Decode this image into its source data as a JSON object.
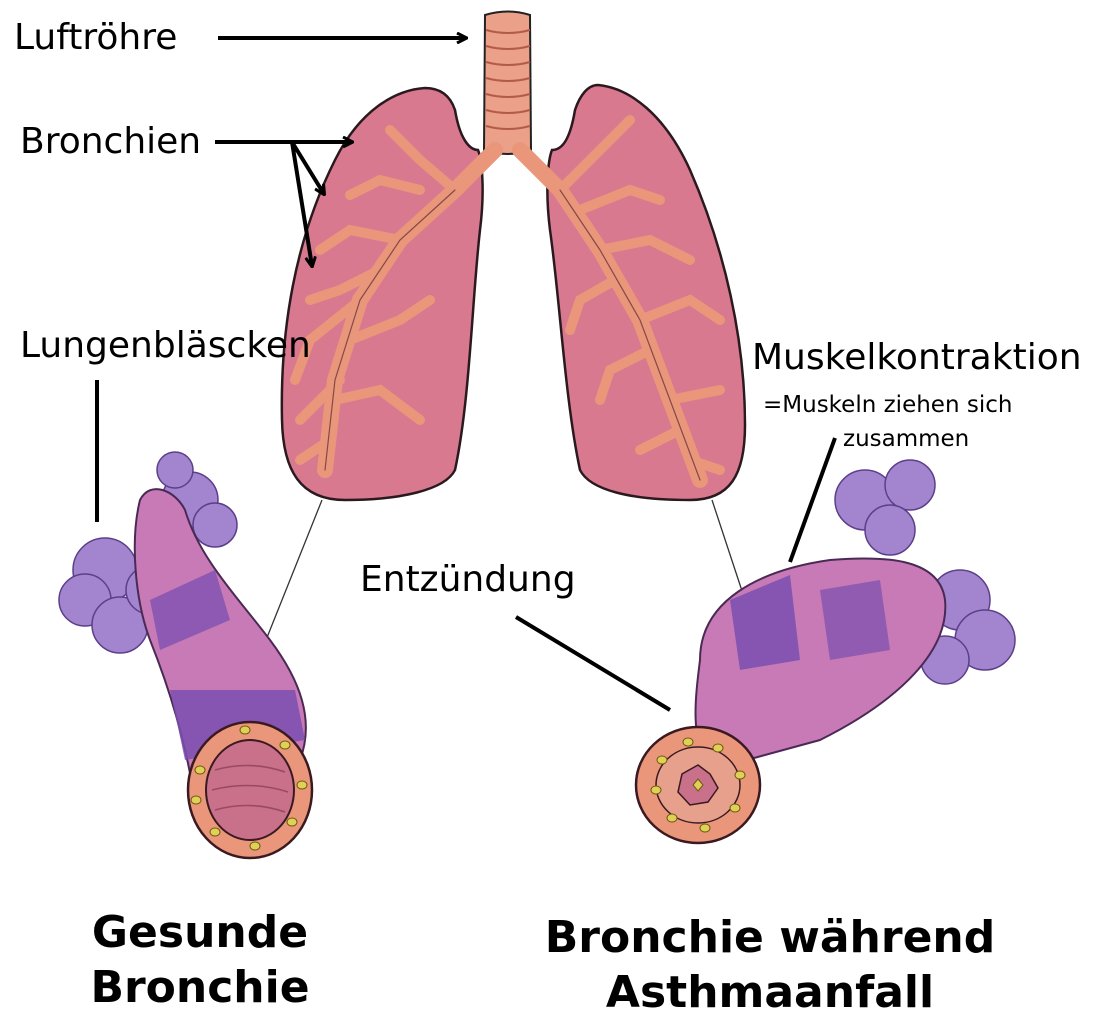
{
  "labels": {
    "trachea": "Luftröhre",
    "bronchi": "Bronchien",
    "alveoli": "Lungenbläscken",
    "muscle_contraction": "Muskelkontraktion",
    "muscle_explanation_line1": "=Muskeln ziehen sich",
    "muscle_explanation_line2": "zusammen",
    "inflammation": "Entzündung"
  },
  "captions": {
    "healthy_line1": "Gesunde",
    "healthy_line2": "Bronchie",
    "asthma_line1": "Bronchie während",
    "asthma_line2": "Asthmaanfall"
  },
  "colors": {
    "lung_fill": "#d9798f",
    "bronchial_tree": "#e9967a",
    "trachea": "#eba08a",
    "bronchus_band": "#c87ab6",
    "bronchus_purple": "#7a4fb0",
    "alveoli": "#a385cf",
    "ring_spots": "#e1d056"
  }
}
